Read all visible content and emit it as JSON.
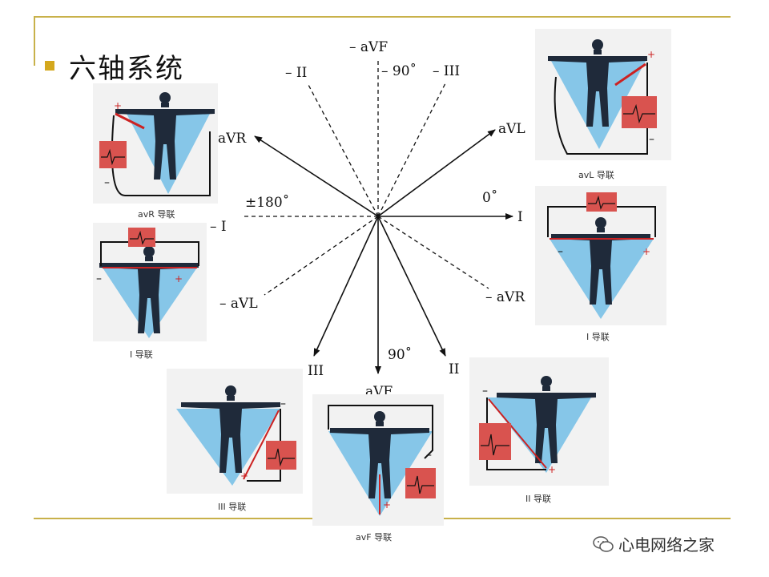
{
  "title": "六轴系统",
  "axis_labels": {
    "neg_avf": "– aVF",
    "neg_ii": "– II",
    "neg90": "– 90˚",
    "neg_iii": "– III",
    "avl": "aVL",
    "avr": "aVR",
    "deg180": "±180˚",
    "deg0": "0˚",
    "neg_i": "– I",
    "i": "I",
    "neg_avl": "– aVL",
    "neg_avr": "– aVR",
    "iii": "III",
    "deg90": "90˚",
    "ii": "II",
    "avf": "aVF"
  },
  "panels": {
    "avr": "avR 导联",
    "avl": "avL 导联",
    "lead_i_left": "I 导联",
    "lead_i_right": "I 导联",
    "iii": "III 导联",
    "avf": "avF 导联",
    "ii": "II 导联"
  },
  "watermark": "心电网络之家",
  "colors": {
    "rule": "#c8b14a",
    "bullet": "#d4a81e",
    "triangle": "#86c6e8",
    "ecg_box": "#d9534f",
    "lead_line": "#cc2222"
  }
}
